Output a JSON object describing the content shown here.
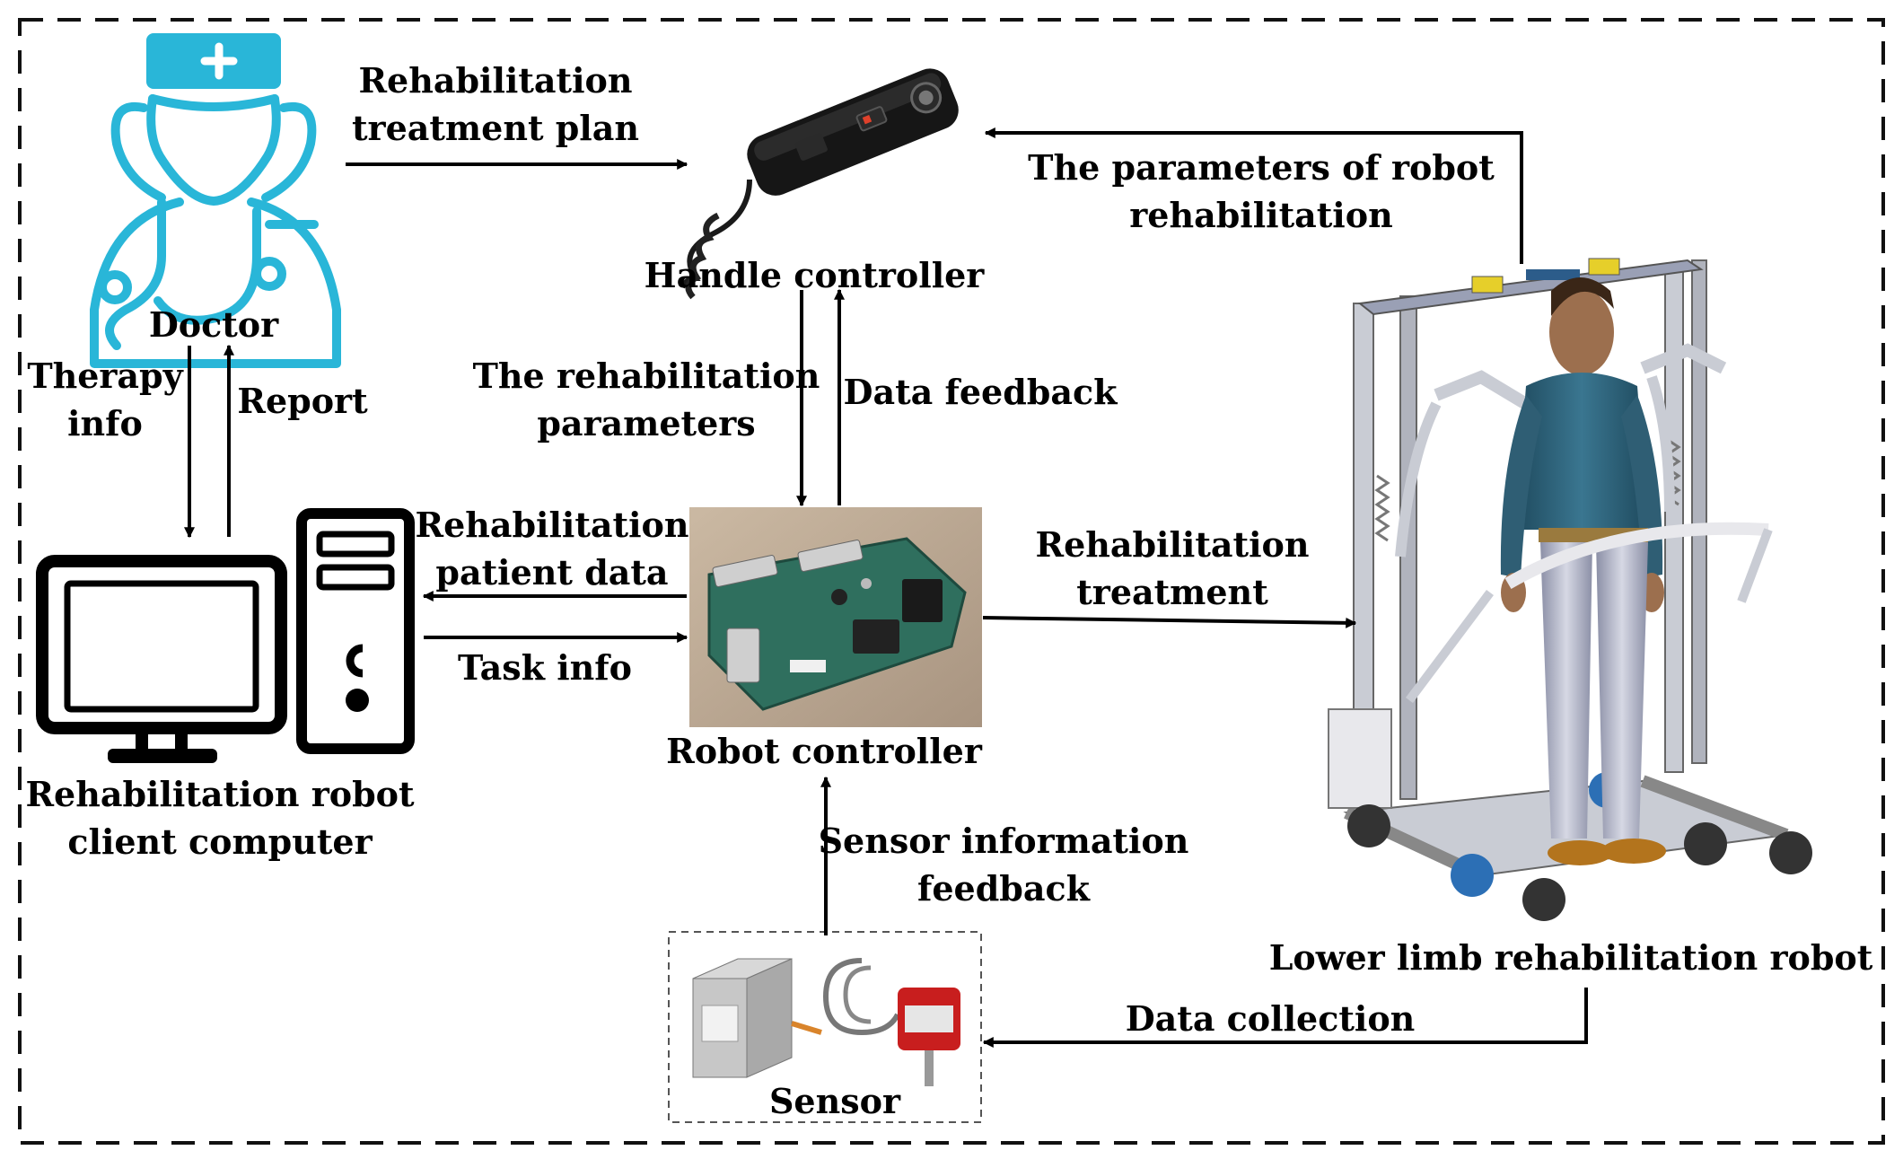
{
  "nodes": {
    "doctor": "Doctor",
    "handle_controller": "Handle controller",
    "client_computer": [
      "Rehabilitation robot",
      "client computer"
    ],
    "robot_controller": "Robot controller",
    "lower_limb_robot": "Lower limb rehabilitation robot",
    "sensor": "Sensor"
  },
  "edges": {
    "treatment_plan": [
      "Rehabilitation",
      "treatment plan"
    ],
    "robot_parameters": [
      "The parameters of robot",
      "rehabilitation"
    ],
    "therapy_info": [
      "Therapy",
      "info"
    ],
    "report": "Report",
    "rehab_parameters": [
      "The rehabilitation",
      "parameters"
    ],
    "data_feedback": "Data feedback",
    "patient_data": [
      "Rehabilitation",
      "patient data"
    ],
    "task_info": "Task info",
    "rehab_treatment": [
      "Rehabilitation",
      "treatment"
    ],
    "sensor_feedback": [
      "Sensor information",
      "feedback"
    ],
    "data_collection": "Data collection"
  },
  "icons": {
    "doctor": "doctor-icon",
    "computer": "desktop-computer-icon",
    "handle": "handle-controller-icon",
    "board": "circuit-board-icon",
    "robot": "rehabilitation-robot-icon",
    "sensor": "sensor-icon"
  },
  "colors": {
    "doctor_icon": "#29b6d8",
    "line": "#000000",
    "board": "#2f6f5e",
    "board_bg": "#b9a58f",
    "robot_frame": "#c9ccd4",
    "patient_shirt": "#2f5e74",
    "sensor_red": "#c81e1e"
  }
}
